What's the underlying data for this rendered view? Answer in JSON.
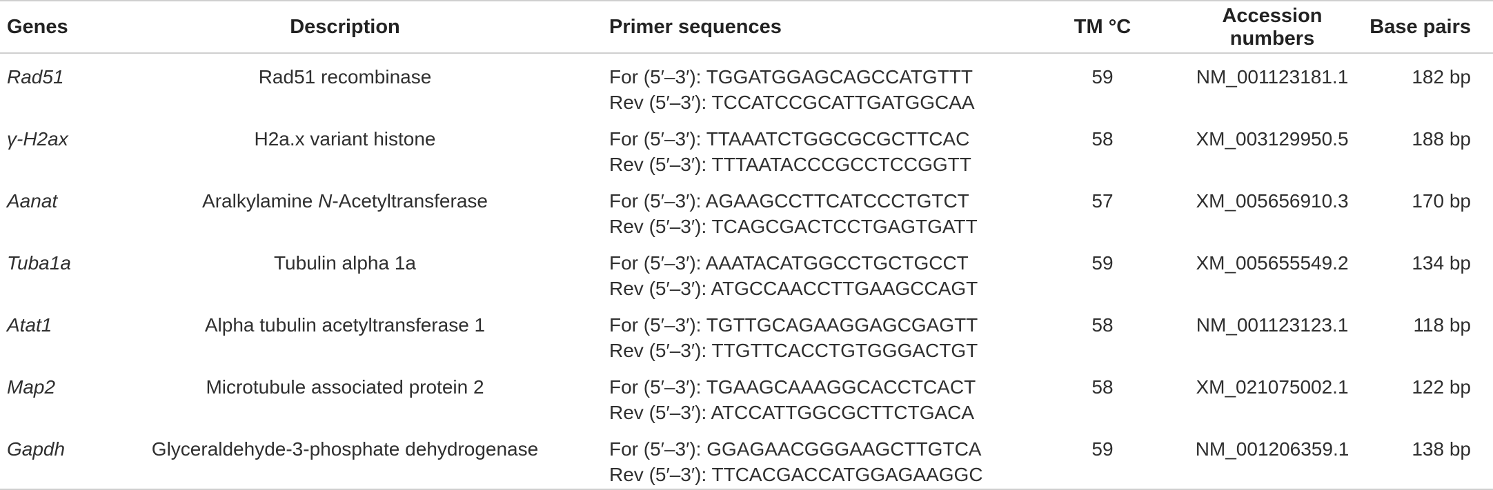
{
  "headers": {
    "genes": "Genes",
    "description": "Description",
    "primers": "Primer sequences",
    "tm": "TM °C",
    "accession": "Accession numbers",
    "bp": "Base pairs"
  },
  "rows": [
    {
      "gene": "Rad51",
      "desc_pre": "Rad51 recombinase",
      "desc_ital": "",
      "desc_post": "",
      "forward": "For (5′–3′): TGGATGGAGCAGCCATGTTT",
      "reverse": "Rev (5′–3′): TCCATCCGCATTGATGGCAA",
      "tm": "59",
      "accession": "NM_001123181.1",
      "bp": "182 bp"
    },
    {
      "gene": "γ-H2ax",
      "desc_pre": "H2a.x variant histone",
      "desc_ital": "",
      "desc_post": "",
      "forward": "For (5′–3′): TTAAATCTGGCGCGCTTCAC",
      "reverse": "Rev (5′–3′): TTTAATACCCGCCTCCGGTT",
      "tm": "58",
      "accession": "XM_003129950.5",
      "bp": "188 bp"
    },
    {
      "gene": "Aanat",
      "desc_pre": "Aralkylamine ",
      "desc_ital": "N",
      "desc_post": "-Acetyltransferase",
      "forward": "For (5′–3′): AGAAGCCTTCATCCCTGTCT",
      "reverse": "Rev (5′–3′): TCAGCGACTCCTGAGTGATT",
      "tm": "57",
      "accession": "XM_005656910.3",
      "bp": "170 bp"
    },
    {
      "gene": "Tuba1a",
      "desc_pre": "Tubulin alpha 1a",
      "desc_ital": "",
      "desc_post": "",
      "forward": "For (5′–3′): AAATACATGGCCTGCTGCCT",
      "reverse": "Rev (5′–3′): ATGCCAACCTTGAAGCCAGT",
      "tm": "59",
      "accession": "XM_005655549.2",
      "bp": "134 bp"
    },
    {
      "gene": "Atat1",
      "desc_pre": "Alpha tubulin acetyltransferase 1",
      "desc_ital": "",
      "desc_post": "",
      "forward": "For (5′–3′): TGTTGCAGAAGGAGCGAGTT",
      "reverse": "Rev (5′–3′): TTGTTCACCTGTGGGACTGT",
      "tm": "58",
      "accession": "NM_001123123.1",
      "bp": "118 bp"
    },
    {
      "gene": "Map2",
      "desc_pre": "Microtubule associated protein 2",
      "desc_ital": "",
      "desc_post": "",
      "forward": "For (5′–3′): TGAAGCAAAGGCACCTCACT",
      "reverse": "Rev (5′–3′): ATCCATTGGCGCTTCTGACA",
      "tm": "58",
      "accession": "XM_021075002.1",
      "bp": "122 bp"
    },
    {
      "gene": "Gapdh",
      "desc_pre": "Glyceraldehyde-3-phosphate dehydrogenase",
      "desc_ital": "",
      "desc_post": "",
      "forward": "For (5′–3′): GGAGAACGGGAAGCTTGTCA",
      "reverse": "Rev (5′–3′): TTCACGACCATGGAGAAGGC",
      "tm": "59",
      "accession": "NM_001206359.1",
      "bp": "138 bp"
    }
  ]
}
